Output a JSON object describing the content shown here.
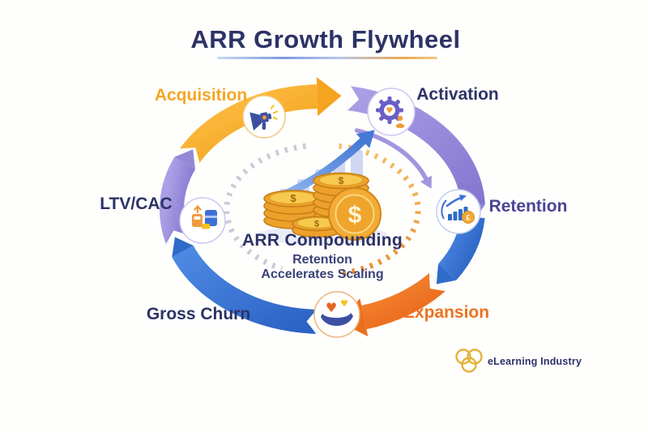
{
  "title": "ARR Growth Flywheel",
  "stages": [
    {
      "id": "acquisition",
      "label": "Acquisition",
      "label_color": "#f5a623",
      "segment_color": "#f5a41f",
      "icon": "megaphone-icon"
    },
    {
      "id": "activation",
      "label": "Activation",
      "label_color": "#2d3365",
      "segment_color": "#9488d6",
      "icon": "gear-heart-icon"
    },
    {
      "id": "retention",
      "label": "Retention",
      "label_color": "#4a4494",
      "segment_color": "#2f6bc9",
      "icon": "growth-chart-coin-icon"
    },
    {
      "id": "expansion",
      "label": "Expansion",
      "label_color": "#ed7220",
      "segment_color": "#e96f1c",
      "icon": "hand-hearts-icon"
    },
    {
      "id": "gross-churn",
      "label": "Gross Churn",
      "label_color": "#2d3365",
      "segment_color": "#2f6bc9",
      "icon": ""
    },
    {
      "id": "ltv-cac",
      "label": "LTV/CAC",
      "label_color": "#2d3365",
      "segment_color": "#9488d6",
      "icon": "calculator-money-icon"
    }
  ],
  "center": {
    "heading": "ARR Compounding",
    "subline_line1": "Retention",
    "subline_line2": "Accelerates Scaling",
    "coin_symbol": "$",
    "retention_coin_symbol": "£"
  },
  "brand": {
    "name": "eLearning Industry",
    "icon": "trefoil-rings-icon"
  },
  "palette": {
    "navy_text": "#2d3365",
    "yellow_segment": "#f5a41f",
    "purple_segment": "#9488d6",
    "blue_segment": "#2f6bc9",
    "orange_segment": "#e96f1c",
    "coin_gold": "#eda12b",
    "background": "#fefefd"
  }
}
